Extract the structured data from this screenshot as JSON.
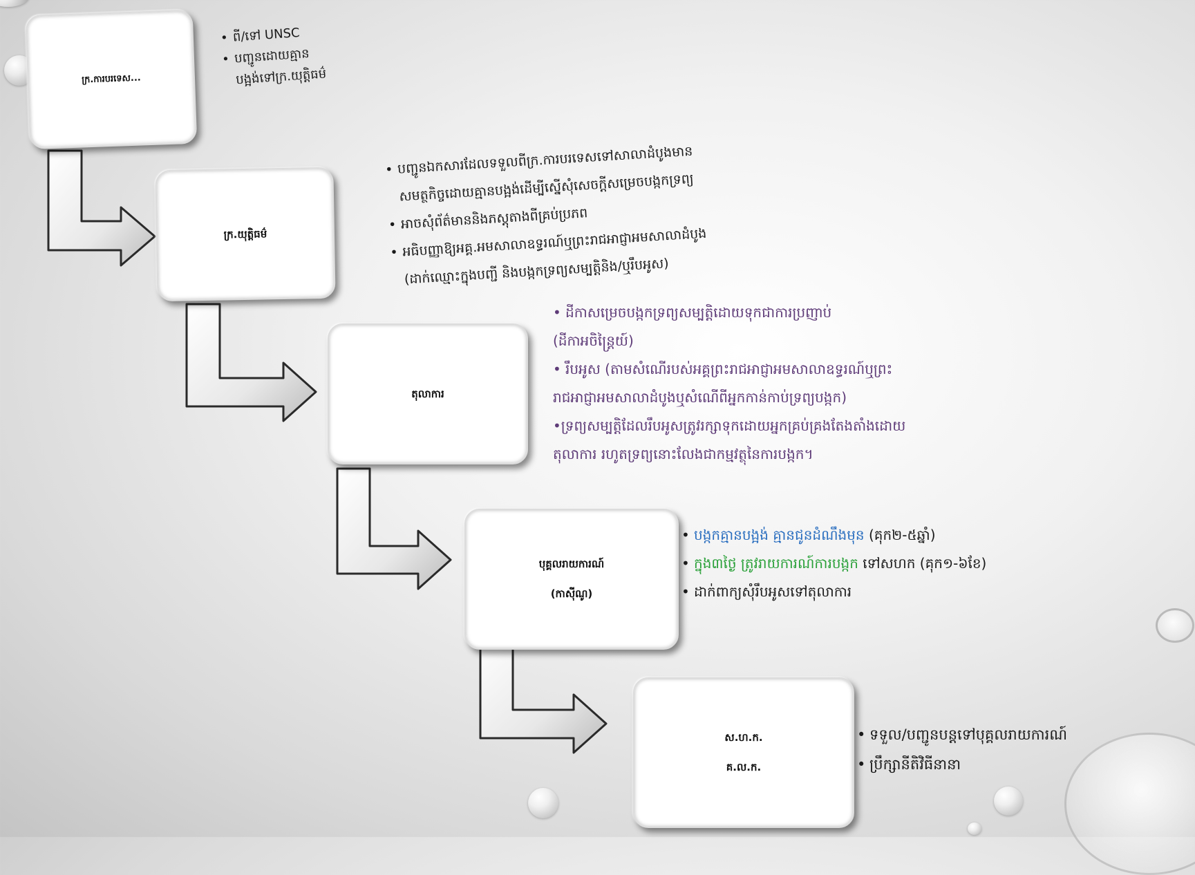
{
  "boxes": {
    "box1": {
      "label": "ក្រ.ការបរទេស..."
    },
    "box2": {
      "label": "ក្រ.យុត្តិធម៌"
    },
    "box3": {
      "label": "តុលាការ"
    },
    "box4": {
      "label": "បុគ្គលរាយការណ៍",
      "sublabel": "(កាស៊ីណូ)"
    },
    "box5": {
      "label": "ស.ហ.ក.",
      "sublabel": "គ.ល.ក."
    }
  },
  "notes": {
    "n1": [
      "ពី/ទៅ UNSC",
      "បញ្ជូនដោយគ្មាន",
      "បង្អង់ទៅក្រ.យុត្តិធម៌"
    ],
    "n2": [
      "បញ្ជូនឯកសារដែលទទួលពីក្រ.ការបរទេសទៅសាលាដំបូងមាន",
      "សមត្ថកិច្ចដោយគ្មានបង្អង់ដើម្បីស្នើសុំសេចក្ដីសម្រេចបង្កកទ្រព្យ",
      "អាចសុំព័ត៌មាននិងភស្តុតាងពីគ្រប់ប្រភព",
      "អធិបញ្ញាឱ្យអគ្គ.អមសាលាឧទ្ធរណ៍ឬព្រះរាជអាជ្ញាអមសាលាដំបូង",
      "(ដាក់ឈ្មោះក្នុងបញ្ជី និងបង្កកទ្រព្យសម្បត្តិនិង/ឬរឹបអូស)"
    ],
    "n3": [
      "ដីកាសម្រេចបង្កកទ្រព្យសម្បត្តិដោយទុកជាការប្រញាប់",
      "(ដីកាអចិន្ត្រៃយ៍)",
      "រឹបអូស (តាមសំណើរបស់អគ្គព្រះរាជអាជ្ញាអមសាលាឧទ្ធរណ៍ឬព្រះ",
      "រាជអាជ្ញាអមសាលាដំបូងឬសំណើពីអ្នកកាន់កាប់ទ្រព្យបង្កក)",
      "•ទ្រព្យសម្បត្តិដែលរឹបអូសត្រូវរក្សាទុកដោយអ្នកគ្រប់គ្រងតែងតាំងដោយ",
      "តុលាការ រហូតទ្រព្យនោះលែងជាកម្មវត្ថុនៃការបង្កក។"
    ],
    "n4": {
      "b1_colored": "បង្កកគ្មានបង្អង់ គ្មានជូនដំណឹងមុន",
      "b1_tail": " (គុក២-៥ឆ្នាំ)",
      "b2_colored": "ក្នុង៣ថ្ងៃ ត្រូវរាយការណ៍ការបង្កក",
      "b2_tail": " ទៅសហក   (គុក១-៦ខែ)",
      "b3": "ដាក់ពាក្យសុំរឹបអូសទៅតុលាការ"
    },
    "n5": [
      "ទទួល/បញ្ជូនបន្តទៅបុគ្គលរាយការណ៍",
      "ប្រឹក្សានីតិវិធីនានា"
    ]
  },
  "colors": {
    "blue": "#2a6ebf",
    "green": "#29a038",
    "purple": "#5e3b78",
    "black": "#1a1a1a"
  }
}
